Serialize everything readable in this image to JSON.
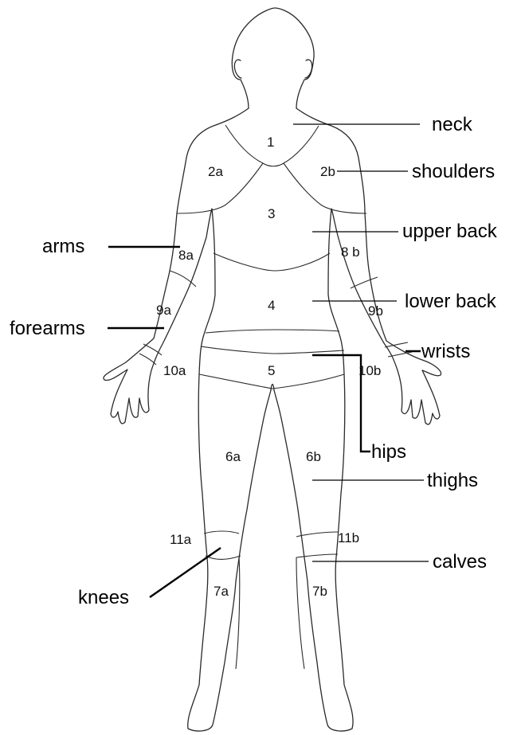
{
  "regions": {
    "r1": "1",
    "r2a": "2a",
    "r2b": "2b",
    "r3": "3",
    "r4": "4",
    "r5": "5",
    "r6a": "6a",
    "r6b": "6b",
    "r7a": "7a",
    "r7b": "7b",
    "r8a": "8a",
    "r8b": "8 b",
    "r9a": "9a",
    "r9b": "9b",
    "r10a": "10a",
    "r10b": "10b",
    "r11a": "11a",
    "r11b": "11b"
  },
  "labels": {
    "neck": "neck",
    "shoulders": "shoulders",
    "upper_back": "upper back",
    "arms": "arms",
    "lower_back": "lower back",
    "forearms": "forearms",
    "wrists": "wrists",
    "hips": "hips",
    "thighs": "thighs",
    "calves": "calves",
    "knees": "knees"
  }
}
